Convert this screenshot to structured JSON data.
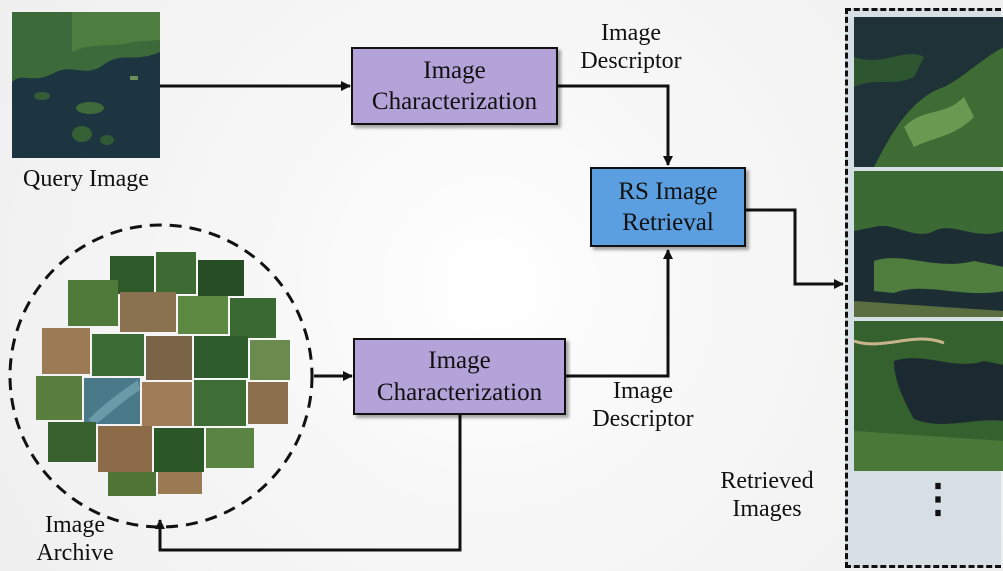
{
  "query": {
    "caption": "Query Image"
  },
  "top_box": {
    "line1": "Image",
    "line2": "Characterization"
  },
  "top_descriptor": {
    "line1": "Image",
    "line2": "Descriptor"
  },
  "retrieval_box": {
    "line1": "RS Image",
    "line2": "Retrieval"
  },
  "bottom_box": {
    "line1": "Image",
    "line2": "Characterization"
  },
  "bottom_descriptor": {
    "line1": "Image",
    "line2": "Descriptor"
  },
  "archive": {
    "line1": "Image",
    "line2": "Archive"
  },
  "retrieved": {
    "line1": "Retrieved",
    "line2": "Images",
    "more": "⋮"
  },
  "colors": {
    "characterization_box": "#b4a3d9",
    "retrieval_box": "#5c9fe0",
    "results_panel": "#d6dfe3",
    "arrow": "#111111"
  }
}
